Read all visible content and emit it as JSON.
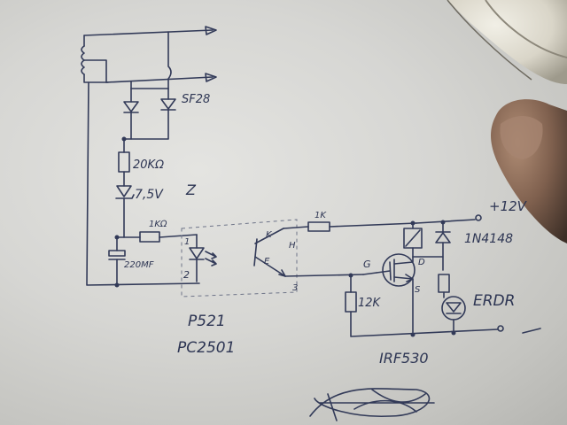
{
  "labels": {
    "diode_pair": "SF28",
    "resistor_20k": "20KΩ",
    "zener": "7,5V",
    "zener_mark": "Z",
    "resistor_1k_left": "1KΩ",
    "opto_pin_1": "1",
    "opto_pin_2": "2",
    "capacitor": "220MF",
    "opto_k": "K",
    "opto_h": "H",
    "opto_e": "E",
    "opto_pin_3": "3",
    "resistor_1k_right": "1K",
    "supply": "+12V",
    "diode_relay": "1N4148",
    "gate": "G",
    "drain": "D",
    "source": "S",
    "resistor_12k": "12K",
    "led_label": "ERDR",
    "opto_part_1": "P521",
    "opto_part_2": "PC2501",
    "mosfet_part": "IRF530"
  },
  "colors": {
    "ink": "#323a58",
    "paper": "#d9d9d6",
    "mouse": "#e0ddd4",
    "skin": "#8a6a55"
  }
}
